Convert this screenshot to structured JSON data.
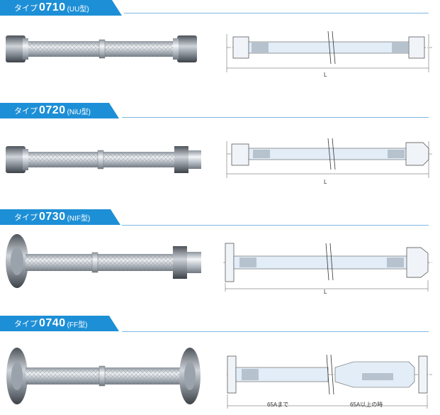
{
  "sections": [
    {
      "prefix": "タイプ",
      "number": "0710",
      "suffix": "(UU型)",
      "dim": "L"
    },
    {
      "prefix": "タイプ",
      "number": "0720",
      "suffix": "(NiU型)",
      "dim": "L"
    },
    {
      "prefix": "タイプ",
      "number": "0730",
      "suffix": "(NIF型)",
      "dim": "L"
    },
    {
      "prefix": "タイプ",
      "number": "0740",
      "suffix": "(FF型)",
      "dim_left": "65Aまで",
      "dim_right": "65A以上の時"
    }
  ],
  "colors": {
    "accent": "#1d8fd6",
    "rule": "#7db9e2",
    "hose": "#dfe4ea",
    "diagram": "#e2edf7"
  }
}
